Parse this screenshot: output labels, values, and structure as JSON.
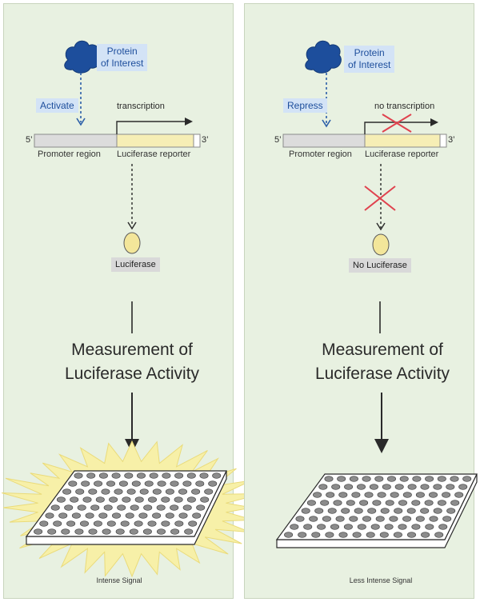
{
  "left": {
    "protein_label": [
      "Protein",
      "of Interest"
    ],
    "action_label": "Activate",
    "transcription_label": "transcription",
    "five_prime": "5’",
    "three_prime": "3’",
    "promoter_label": "Promoter region",
    "reporter_label": "Luciferase reporter",
    "product_label": "Luciferase",
    "measurement_label": [
      "Measurement of",
      "Luciferase Activity"
    ],
    "signal_label": "Intense Signal"
  },
  "right": {
    "protein_label": [
      "Protein",
      "of Interest"
    ],
    "action_label": "Repress",
    "transcription_label": "no transcription",
    "five_prime": "5’",
    "three_prime": "3’",
    "promoter_label": "Promoter region",
    "reporter_label": "Luciferase reporter",
    "product_label": "No Luciferase",
    "measurement_label": [
      "Measurement of",
      "Luciferase Activity"
    ],
    "signal_label": "Less Intense Signal"
  },
  "colors": {
    "panel_bg": "#e8f1e1",
    "protein_blue": "#1d4e9c",
    "label_box_blue": "#d3e3f6",
    "reporter_yellow": "#f6eeb5",
    "promoter_gray": "#dcdcdc",
    "cross_red": "#e0424e",
    "luciferase_yellow": "#f3e69a",
    "glow_yellow": "#f7f0a8"
  },
  "icons": {
    "protein": "protein-blob-icon",
    "cross": "red-x-icon",
    "plate": "well-plate-icon"
  }
}
